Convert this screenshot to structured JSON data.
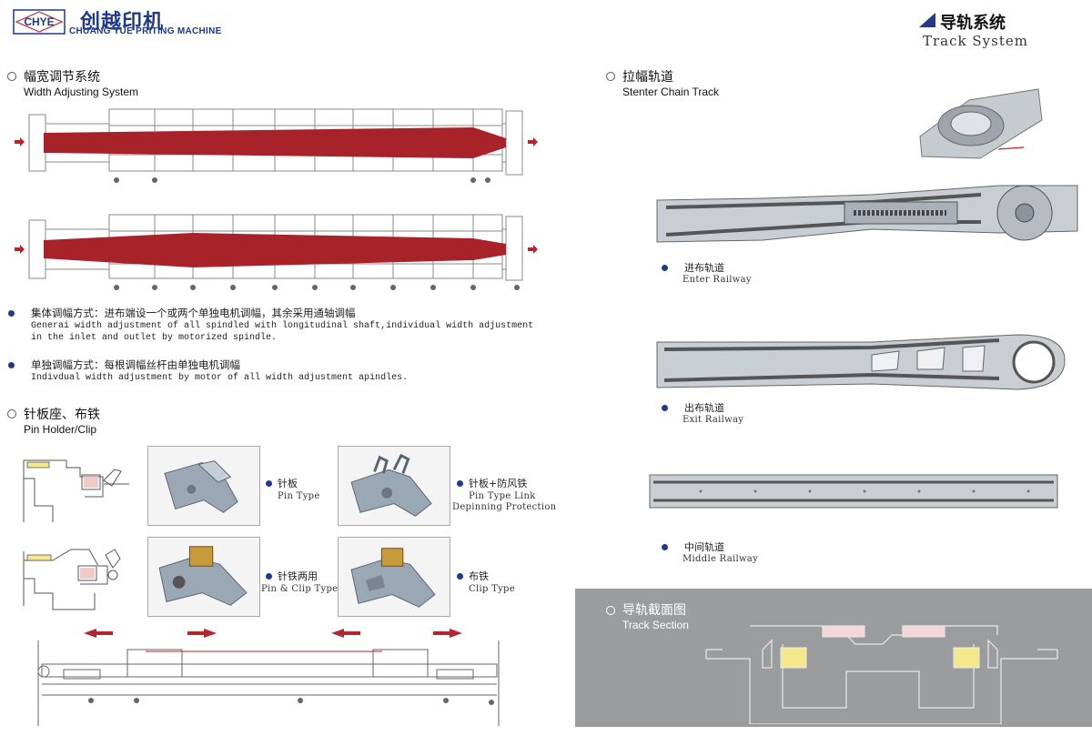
{
  "brand": {
    "logo_text": "CHYE",
    "name_cn": "创越印机",
    "name_en": "CHUANG YUE PRITING MACHINE"
  },
  "page_title": {
    "cn": "导轨系统",
    "en": "Track System"
  },
  "width_adjusting": {
    "title_cn": "幅宽调节系统",
    "title_en": "Width Adjusting System",
    "notes": [
      {
        "cn": "集体调幅方式：进布端设一个或两个单独电机调幅，其余采用通轴调幅",
        "en": "Generai width adjustment of all spindled with longitudinal shaft,individual width adjustment in the inlet and outlet by motorized spindle."
      },
      {
        "cn": "单独调幅方式：每根调幅丝杆由单独电机调幅",
        "en": "Indivdual width adjustment by motor of all width adjustment apindles."
      }
    ]
  },
  "pin_holder": {
    "title_cn": "针板座、布铁",
    "title_en": "Pin Holder/Clip",
    "items": [
      {
        "cn": "针板",
        "en": "Pin Type"
      },
      {
        "cn": "针板+防风铁",
        "en1": "Pin Type Link",
        "en2": "Depinning Protection"
      },
      {
        "cn": "针铁两用",
        "en": "Pin & Clip Type"
      },
      {
        "cn": "布铁",
        "en": "Clip Type"
      }
    ]
  },
  "stenter_chain": {
    "title_cn": "拉幅轨道",
    "title_en": "Stenter Chain Track",
    "railways": [
      {
        "cn": "进布轨道",
        "en": "Enter Railway"
      },
      {
        "cn": "出布轨道",
        "en": "Exit Railway"
      },
      {
        "cn": "中间轨道",
        "en": "Middle Railway"
      }
    ]
  },
  "track_section": {
    "title_cn": "导轨截面图",
    "title_en": "Track Section"
  },
  "colors": {
    "brand_blue": "#1f3a8a",
    "fabric_red": "#a8222a",
    "arrow_red": "#b3262c",
    "panel_gray": "#9a9c9e"
  }
}
